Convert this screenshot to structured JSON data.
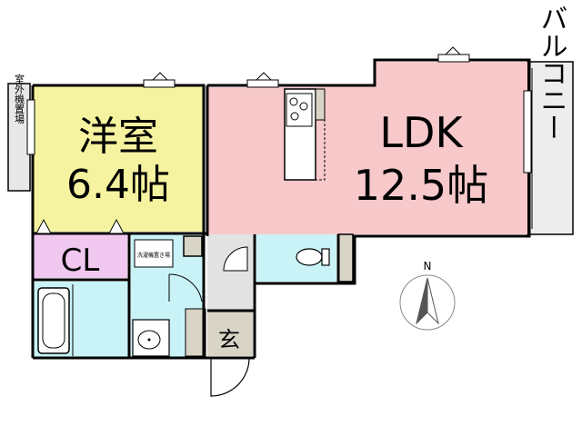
{
  "rooms": {
    "western": {
      "name": "洋室",
      "size": "6.4帖"
    },
    "ldk": {
      "name": "LDK",
      "size": "12.5帖"
    },
    "closet": {
      "name": "CL"
    },
    "entrance": {
      "name": "玄"
    },
    "balcony": {
      "name": "バルコニー"
    },
    "outdoor_unit": {
      "name": "室外機置場"
    },
    "washer": {
      "name": "洗濯機置き場"
    }
  },
  "compass": {
    "north_label": "N"
  },
  "colors": {
    "western_fill": "#f6f3a0",
    "ldk_fill": "#f7c9cb",
    "closet_fill": "#f0c8f0",
    "wet_fill": "#c9f3f7",
    "entrance_fill": "#e2e2e2",
    "tile_fill": "#d8d4c6",
    "wall": "#000000",
    "exterior": "#e8e8e8"
  },
  "icons": [
    "door-swing-icon",
    "window-marker-icon",
    "stove-icon",
    "bathtub-icon",
    "toilet-icon",
    "washbasin-icon",
    "compass-icon"
  ]
}
